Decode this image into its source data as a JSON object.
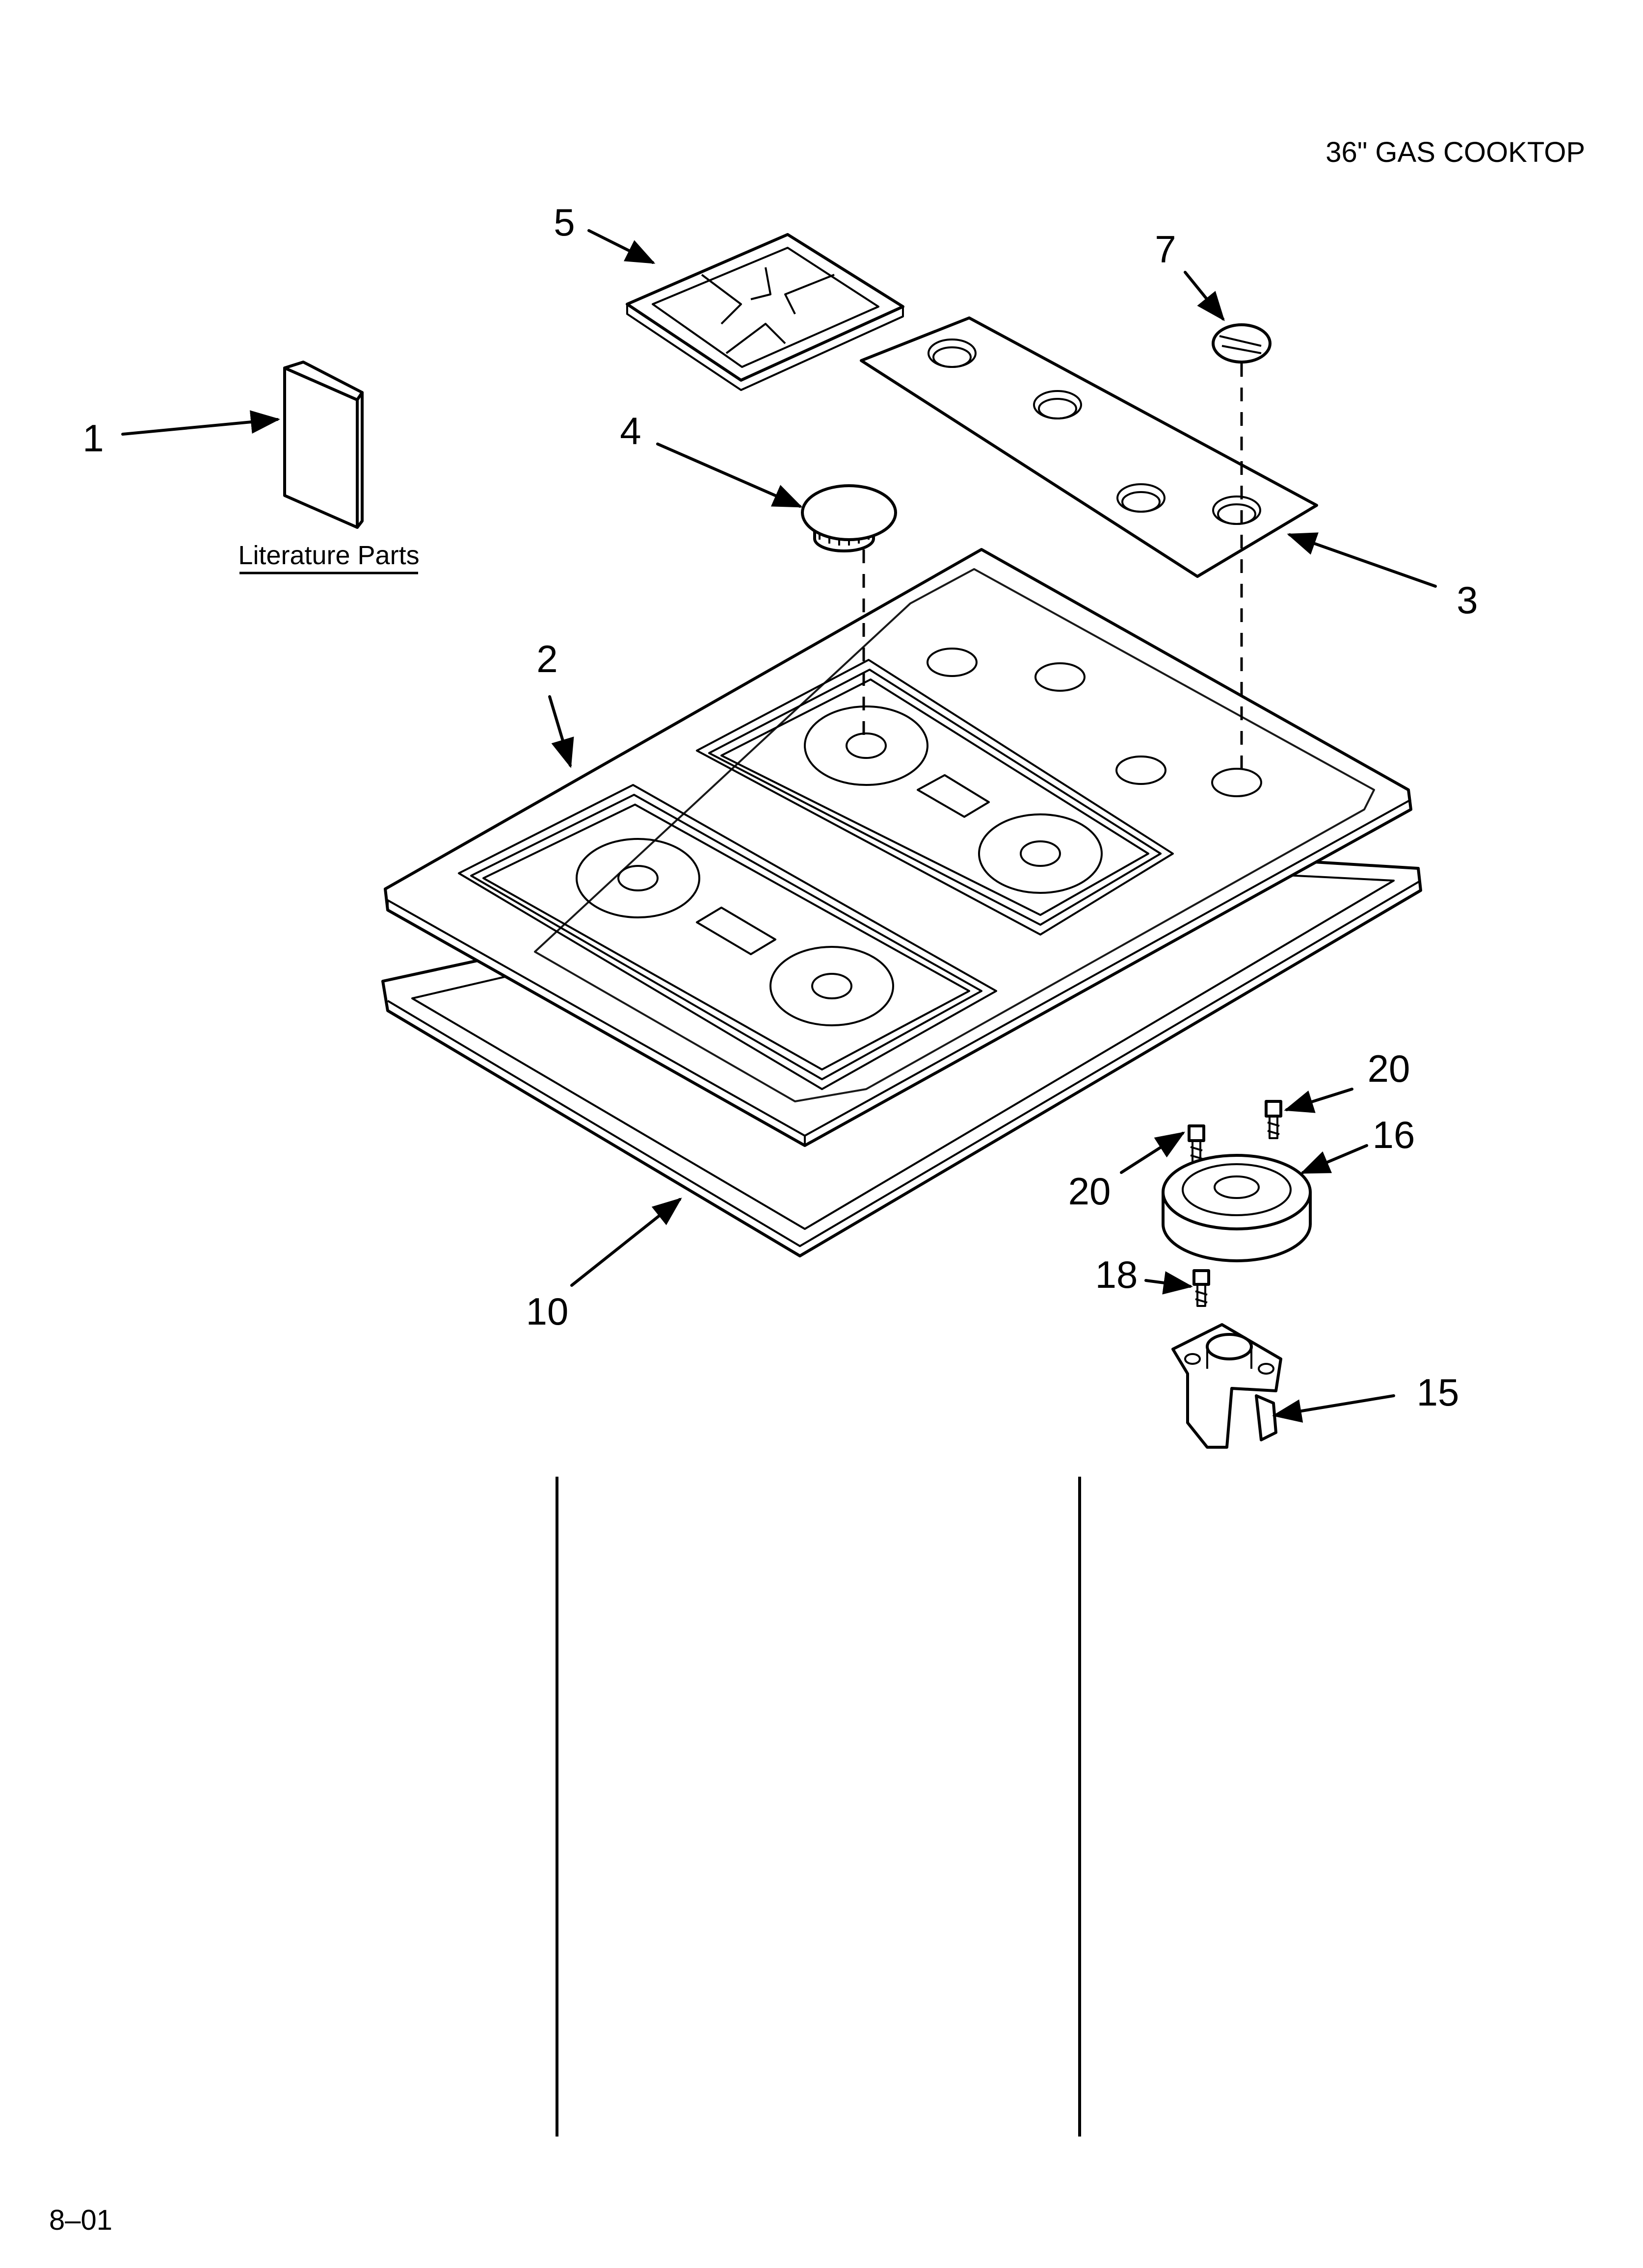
{
  "page": {
    "title": "36\" GAS COOKTOP",
    "footer_code": "8–01"
  },
  "literature": {
    "label": "Literature Parts"
  },
  "callouts": [
    {
      "id": "c1",
      "text": "1"
    },
    {
      "id": "c2",
      "text": "2"
    },
    {
      "id": "c3",
      "text": "3"
    },
    {
      "id": "c4",
      "text": "4"
    },
    {
      "id": "c5",
      "text": "5"
    },
    {
      "id": "c7",
      "text": "7"
    },
    {
      "id": "c10",
      "text": "10"
    },
    {
      "id": "c15",
      "text": "15"
    },
    {
      "id": "c16",
      "text": "16"
    },
    {
      "id": "c18",
      "text": "18"
    },
    {
      "id": "c20a",
      "text": "20"
    },
    {
      "id": "c20b",
      "text": "20"
    }
  ]
}
